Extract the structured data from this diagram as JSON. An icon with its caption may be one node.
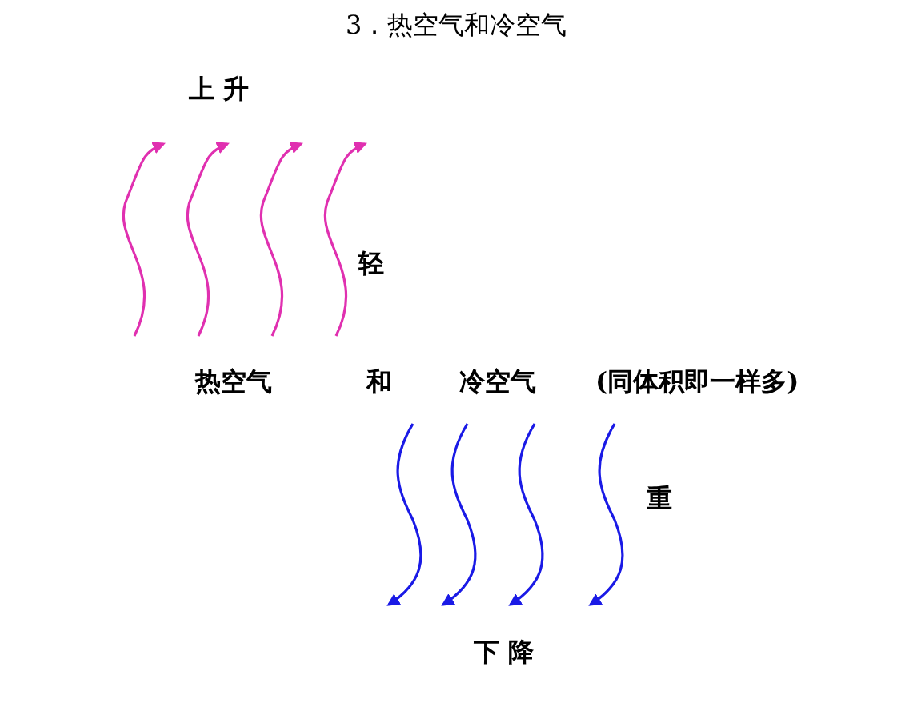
{
  "diagram": {
    "title": "3．热空气和冷空气",
    "labels": [
      "上 升",
      "轻",
      "热空气",
      "和",
      "冷空气",
      "(同体积即一样多)",
      "重",
      "下 降"
    ]
  }
}
